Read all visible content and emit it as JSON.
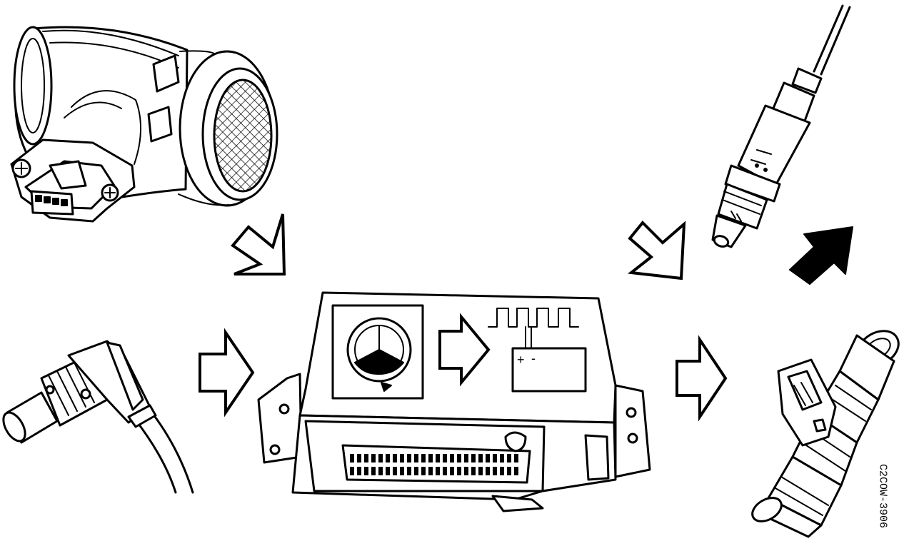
{
  "diagram": {
    "components": [
      {
        "id": "air-mass-meter",
        "icon": "air-mass-meter-icon"
      },
      {
        "id": "crankshaft-sensor",
        "icon": "sensor-icon"
      },
      {
        "id": "control-module",
        "icon": "ecu-icon"
      },
      {
        "id": "oxygen-sensor",
        "icon": "lambda-sensor-icon"
      },
      {
        "id": "fuel-injector",
        "icon": "injector-icon"
      }
    ],
    "control_module_panel": {
      "plus_sign": "+",
      "minus_sign": "-"
    },
    "figure_code": "C2COW-3906"
  }
}
